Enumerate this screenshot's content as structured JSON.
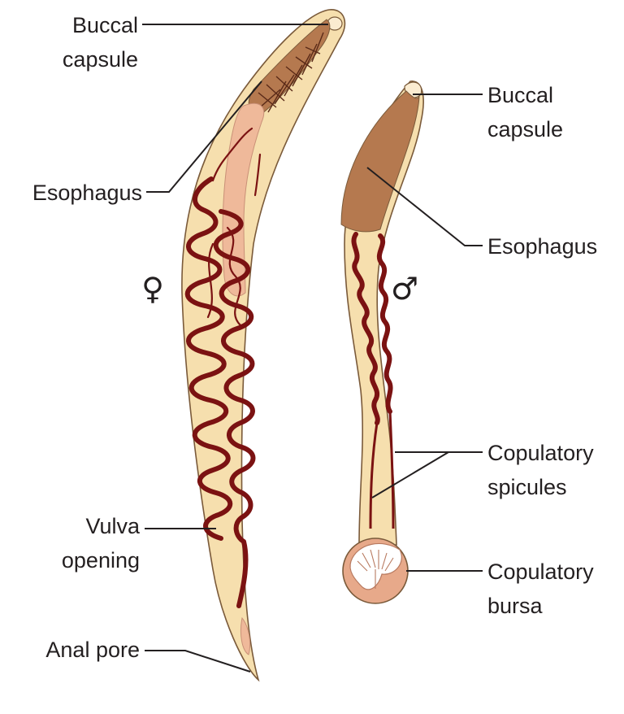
{
  "labels": {
    "female_buccal_1": "Buccal",
    "female_buccal_2": "capsule",
    "female_esophagus": "Esophagus",
    "female_vulva_1": "Vulva",
    "female_vulva_2": "opening",
    "female_anal": "Anal pore",
    "male_buccal_1": "Buccal",
    "male_buccal_2": "capsule",
    "male_esophagus": "Esophagus",
    "male_spicules_1": "Copulatory",
    "male_spicules_2": "spicules",
    "male_bursa_1": "Copulatory",
    "male_bursa_2": "bursa"
  },
  "symbols": {
    "female": "♀",
    "male": "♂"
  },
  "colors": {
    "body_fill": "#f6dfae",
    "esophagus_dark": "#b5794f",
    "esophagus_light": "#efb99a",
    "uterus": "#7b1212",
    "bursa": "#e7a98a"
  }
}
